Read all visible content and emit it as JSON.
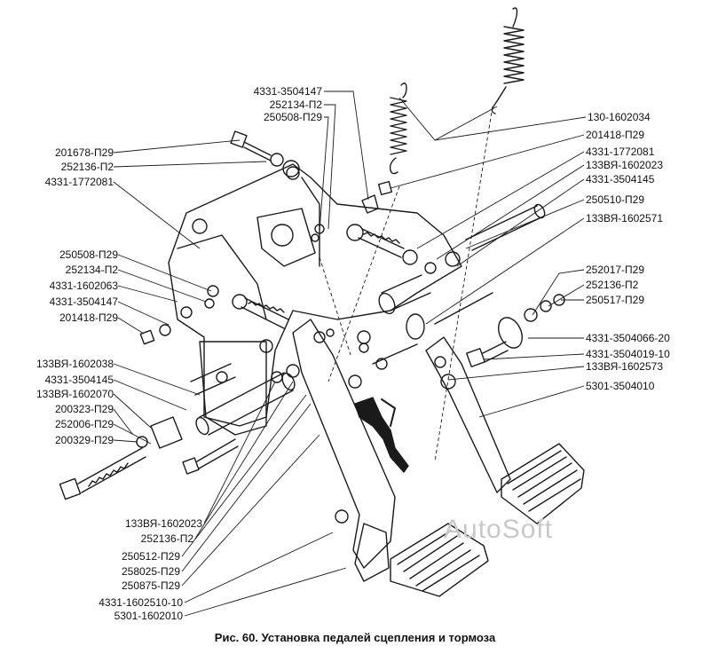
{
  "caption": "Рис. 60. Установка педалей сцепления и тормоза",
  "watermark": "AutoSoft",
  "labels_left": [
    "201678-П29",
    "252136-П2",
    "4331-1772081",
    "250508-П29",
    "252134-П2",
    "4331-1602063",
    "4331-3504147",
    "201418-П29",
    "133ВЯ-1602038",
    "4331-3504145",
    "133ВЯ-1602070",
    "200323-П29",
    "252006-П29",
    "200329-П29"
  ],
  "labels_top": [
    "4331-3504147",
    "252134-П2",
    "250508-П29"
  ],
  "labels_right": [
    "130-1602034",
    "201418-П29",
    "4331-1772081",
    "133ВЯ-1602023",
    "4331-3504145",
    "250510-П29",
    "133ВЯ-1602571",
    "252017-П29",
    "252136-П2",
    "250517-П29",
    "4331-3504066-20",
    "4331-3504019-10",
    "133ВЯ-1602573",
    "5301-3504010"
  ],
  "labels_bottom": [
    "133ВЯ-1602023",
    "252136-П2",
    "250512-П29",
    "258025-П29",
    "250875-П29",
    "4331-1602510-10",
    "5301-1602010"
  ]
}
